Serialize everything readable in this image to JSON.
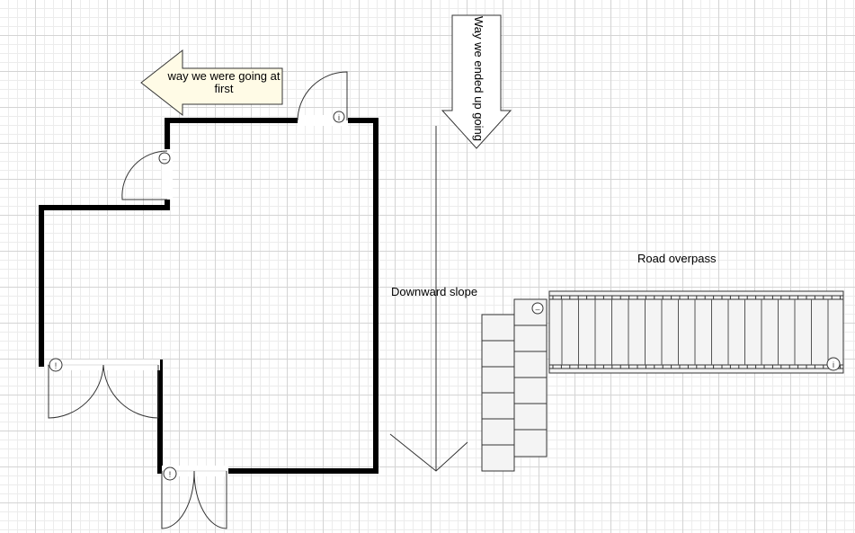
{
  "diagram": {
    "labels": {
      "way_going_first": "way we were going at first",
      "way_ended_up": "Way we ended up going",
      "downward_slope": "Downward slope",
      "road_overpass": "Road overpass"
    },
    "door_markers": {
      "top_door": "i",
      "left_upper_door": "–",
      "left_double_door": "!",
      "bottom_double_door": "!",
      "stairs": "–",
      "overpass": "i"
    },
    "colors": {
      "wall": "#000000",
      "grid_major": "#d4d4d4",
      "grid_minor": "#ececec",
      "arrow_first_fill": "#fffbe6",
      "arrow_ended_fill": "#ffffff",
      "stairs_fill": "#f4f4f4",
      "stroke": "#333333"
    }
  }
}
